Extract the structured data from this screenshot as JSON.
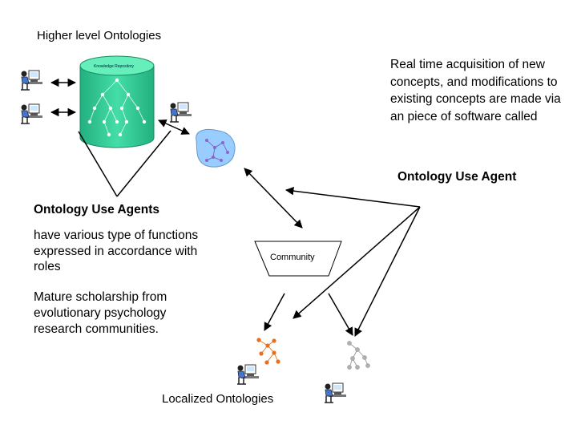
{
  "title": "Higher level Ontologies",
  "note": "Real time acquisition of new concepts, and modifications to existing concepts are made via an piece of software called",
  "use_agent": "Ontology Use Agent",
  "agents": {
    "heading": "Ontology Use Agents",
    "description": "have various type of functions expressed in accordance with roles"
  },
  "scholarship": "Mature scholarship from evolutionary psychology research communities.",
  "repository_label": "Knowledge Repository",
  "community": "Community",
  "localized": "Localized Ontologies",
  "colors": {
    "repository": "#33cc99",
    "blob": "#99ccff",
    "orange_nodes": "#e8701a",
    "grey_nodes": "#b0b0b0",
    "purple_nodes": "#8866cc"
  }
}
